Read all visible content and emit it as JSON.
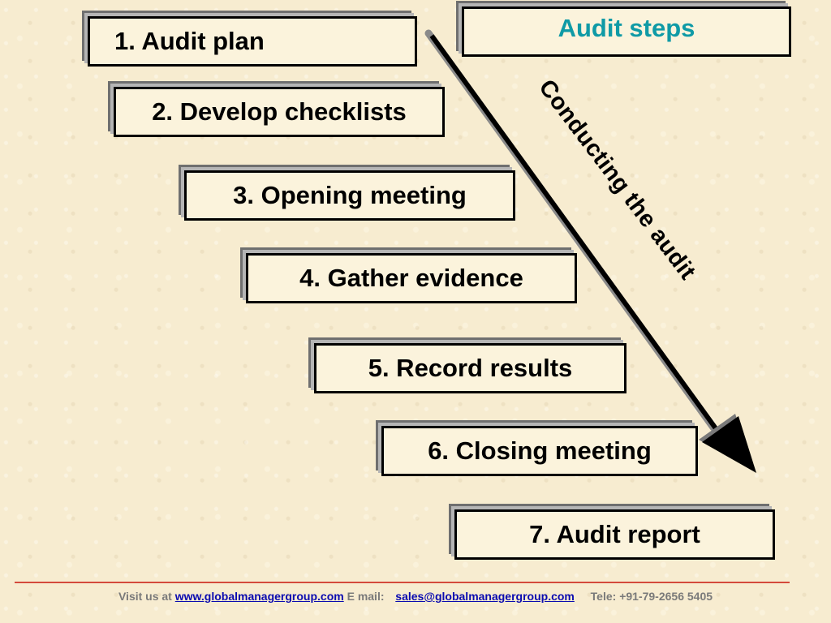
{
  "title": "Audit steps",
  "steps": [
    "1. Audit plan",
    "2. Develop checklists",
    "3. Opening meeting",
    "4. Gather evidence",
    "5. Record results",
    "6. Closing meeting",
    "7. Audit report"
  ],
  "arrow_label": "Conducting the audit",
  "footer": {
    "visit_prefix": "Visit us at",
    "website": "www.globalmanagergroup.com",
    "email_prefix": "E mail:",
    "email": "sales@globalmanagergroup.com",
    "tele": "Tele:  +91-79-2656 5405"
  },
  "colors": {
    "title": "#0f9aa6",
    "footer_rule": "#d44a3b",
    "link": "#0a0ab0",
    "background": "#f7ecd0"
  }
}
